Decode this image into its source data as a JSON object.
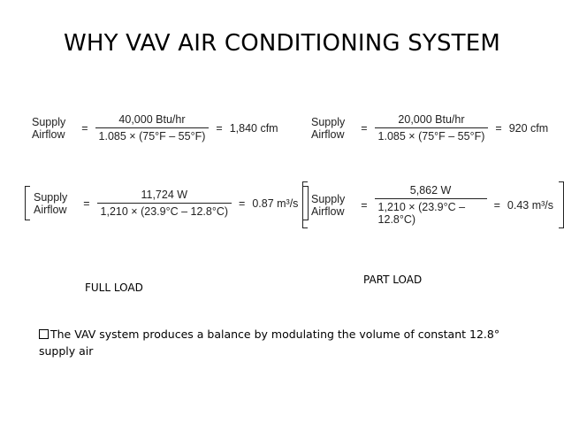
{
  "title": "WHY VAV AIR CONDITIONING SYSTEM",
  "equations": {
    "full_imperial": {
      "lhs_top": "Supply",
      "lhs_bottom": "Airflow",
      "eq1": "=",
      "numerator": "40,000 Btu/hr",
      "denominator": "1.085 × (75°F – 55°F)",
      "eq2": "=",
      "result": "1,840 cfm"
    },
    "full_metric": {
      "lhs_top": "Supply",
      "lhs_bottom": "Airflow",
      "eq1": "=",
      "numerator": "11,724 W",
      "denominator": "1,210 × (23.9°C – 12.8°C)",
      "eq2": "=",
      "result": "0.87 m³/s"
    },
    "part_imperial": {
      "lhs_top": "Supply",
      "lhs_bottom": "Airflow",
      "eq1": "=",
      "numerator": "20,000 Btu/hr",
      "denominator": "1.085 × (75°F – 55°F)",
      "eq2": "=",
      "result": "920 cfm"
    },
    "part_metric": {
      "lhs_top": "Supply",
      "lhs_bottom": "Airflow",
      "eq1": "=",
      "numerator": "5,862 W",
      "denominator": "1,210 × (23.9°C – 12.8°C)",
      "eq2": "=",
      "result": "0.43 m³/s"
    }
  },
  "labels": {
    "full_load": "FULL  LOAD",
    "part_load": "PART LOAD"
  },
  "bullet": {
    "icon": "checkbox-bullet-icon",
    "text": "The VAV system produces a balance by modulating the  volume of constant 12.8° supply air"
  }
}
